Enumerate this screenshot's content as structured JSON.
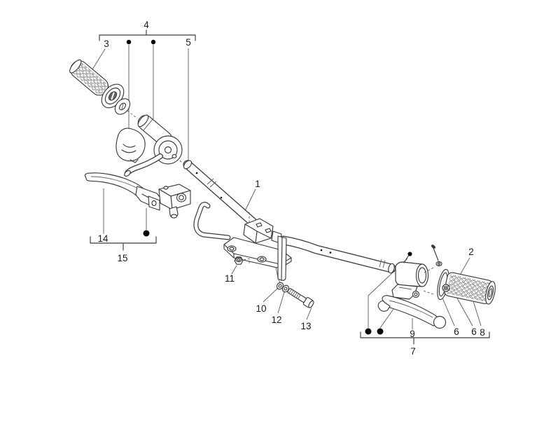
{
  "diagram": {
    "type": "exploded-parts-diagram",
    "subject": "handlebar assembly",
    "callouts": [
      "4",
      "3",
      "5",
      "1",
      "2",
      "14",
      "15",
      "11",
      "10",
      "12",
      "13",
      "9",
      "6",
      "6",
      "8",
      "7"
    ],
    "colors": {
      "line": "#3a3a3a",
      "label": "#1a1a1a",
      "marker_dot": "#000000",
      "background": "#ffffff"
    }
  }
}
